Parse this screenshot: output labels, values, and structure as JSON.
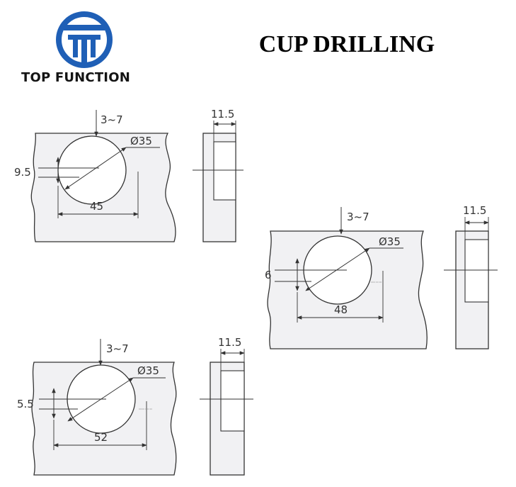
{
  "header": {
    "brand_name": "TOP FUNCTION",
    "title": "CUP DRILLING"
  },
  "colors": {
    "brand_blue": "#1f5fb6",
    "panel_fill": "#f1f1f3",
    "line": "#333333"
  },
  "drawings": [
    {
      "edge_distance": "3~7",
      "cup_diameter": "Ø35",
      "offset": "9.5",
      "screw_spacing": "45",
      "side_thickness": "11.5",
      "screw_note": "· · · ·"
    },
    {
      "edge_distance": "3~7",
      "cup_diameter": "Ø35",
      "offset": "6",
      "screw_spacing": "48",
      "side_thickness": "11.5",
      "screw_note": "000 00 00"
    },
    {
      "edge_distance": "3~7",
      "cup_diameter": "Ø35",
      "offset": "5.5",
      "screw_spacing": "52",
      "side_thickness": "11.5",
      "screw_note": "0000 000 00"
    }
  ]
}
